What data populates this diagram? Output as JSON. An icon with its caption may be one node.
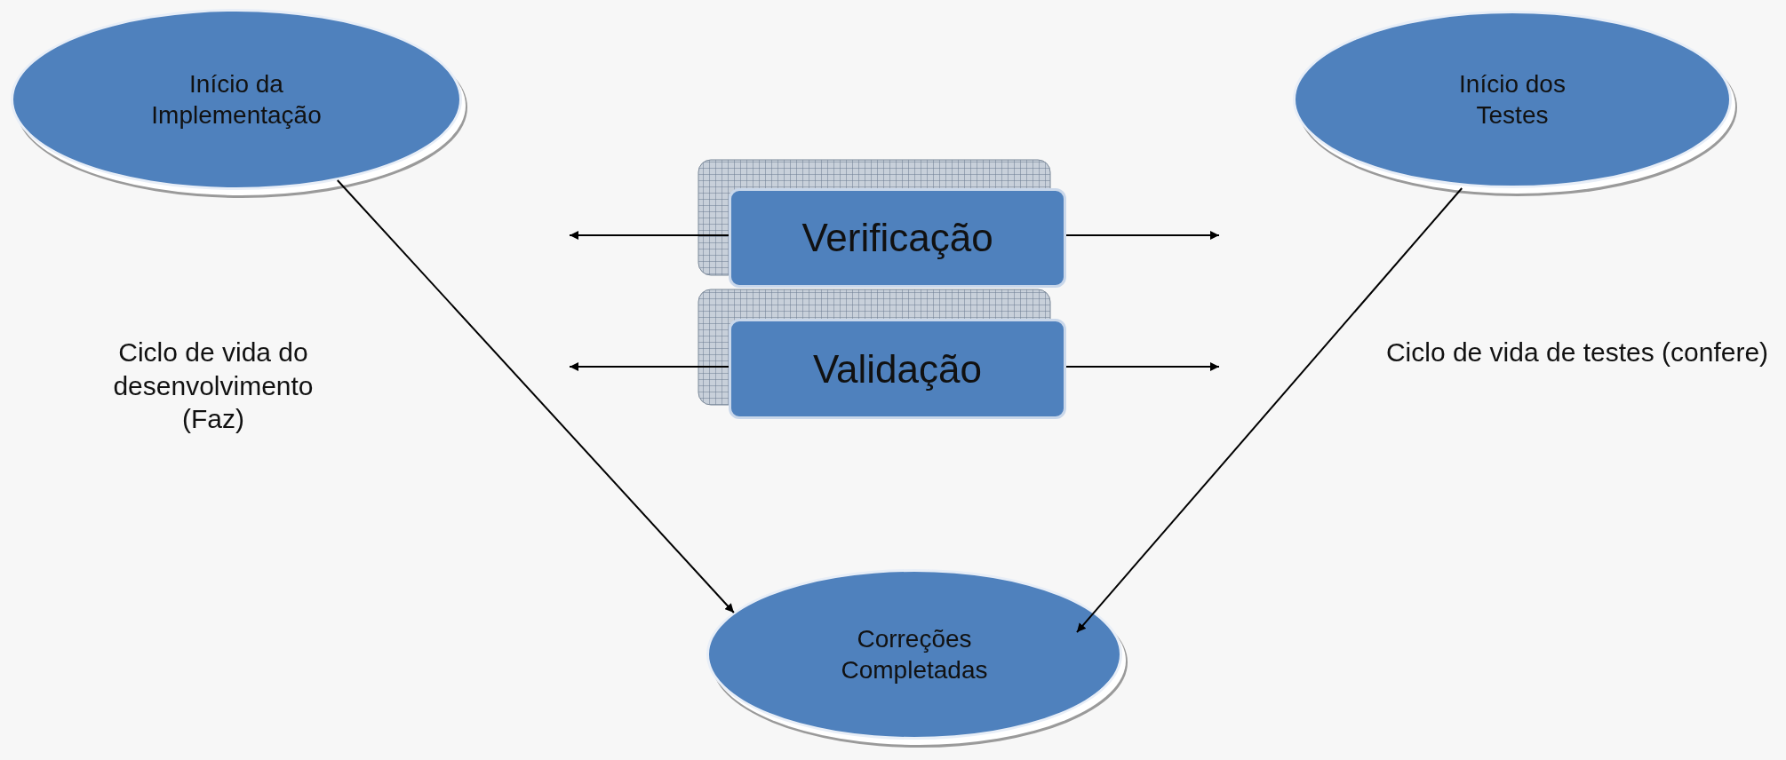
{
  "diagram": {
    "nodes": [
      {
        "text": [
          "Início da Implementação"
        ]
      },
      {
        "text": [
          "Início dos Testes"
        ]
      },
      {
        "text": [
          "Verificação"
        ]
      },
      {
        "text": [
          "Validação"
        ]
      },
      {
        "text": [
          "Correções Completadas"
        ]
      }
    ],
    "edges": [
      {
        "from": 0,
        "to": 4,
        "arrow": "to"
      },
      {
        "from": 1,
        "to": 4,
        "arrow": "to"
      },
      {
        "from": 2,
        "to": null,
        "arrow": "to"
      },
      {
        "from": 2,
        "to": null,
        "arrow": "to"
      },
      {
        "from": 3,
        "to": null,
        "arrow": "to"
      },
      {
        "from": 3,
        "to": null,
        "arrow": "to"
      }
    ],
    "labels": [
      "Ciclo de vida do desenvolvimento (Faz)",
      "Ciclo de vida de testes (confere)"
    ]
  }
}
